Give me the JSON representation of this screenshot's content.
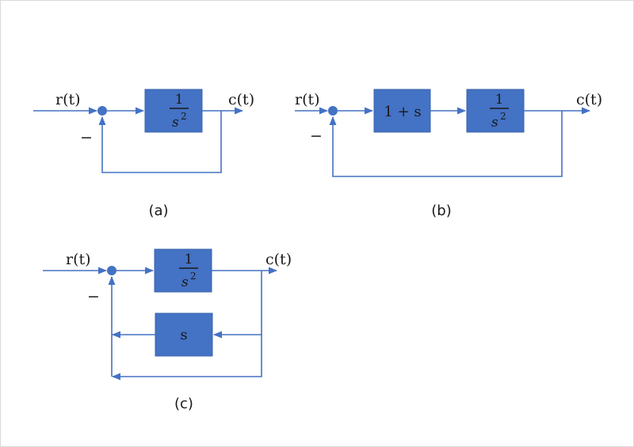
{
  "colors": {
    "line": "#4472c4",
    "block": "#4472c4",
    "text": "#1a1a1a"
  },
  "diagram_a": {
    "input": "r(t)",
    "output": "c(t)",
    "feedback_sign": "−",
    "block_numerator": "1",
    "block_denominator": "s",
    "block_exponent": "2",
    "caption": "(a)"
  },
  "diagram_b": {
    "input": "r(t)",
    "output": "c(t)",
    "feedback_sign": "−",
    "block1": "1 + s",
    "block2_numerator": "1",
    "block2_denominator": "s",
    "block2_exponent": "2",
    "caption": "(b)"
  },
  "diagram_c": {
    "input": "r(t)",
    "output": "c(t)",
    "feedback_sign": "−",
    "block_numerator": "1",
    "block_denominator": "s",
    "block_exponent": "2",
    "feedback_block": "s",
    "caption": "(c)"
  }
}
